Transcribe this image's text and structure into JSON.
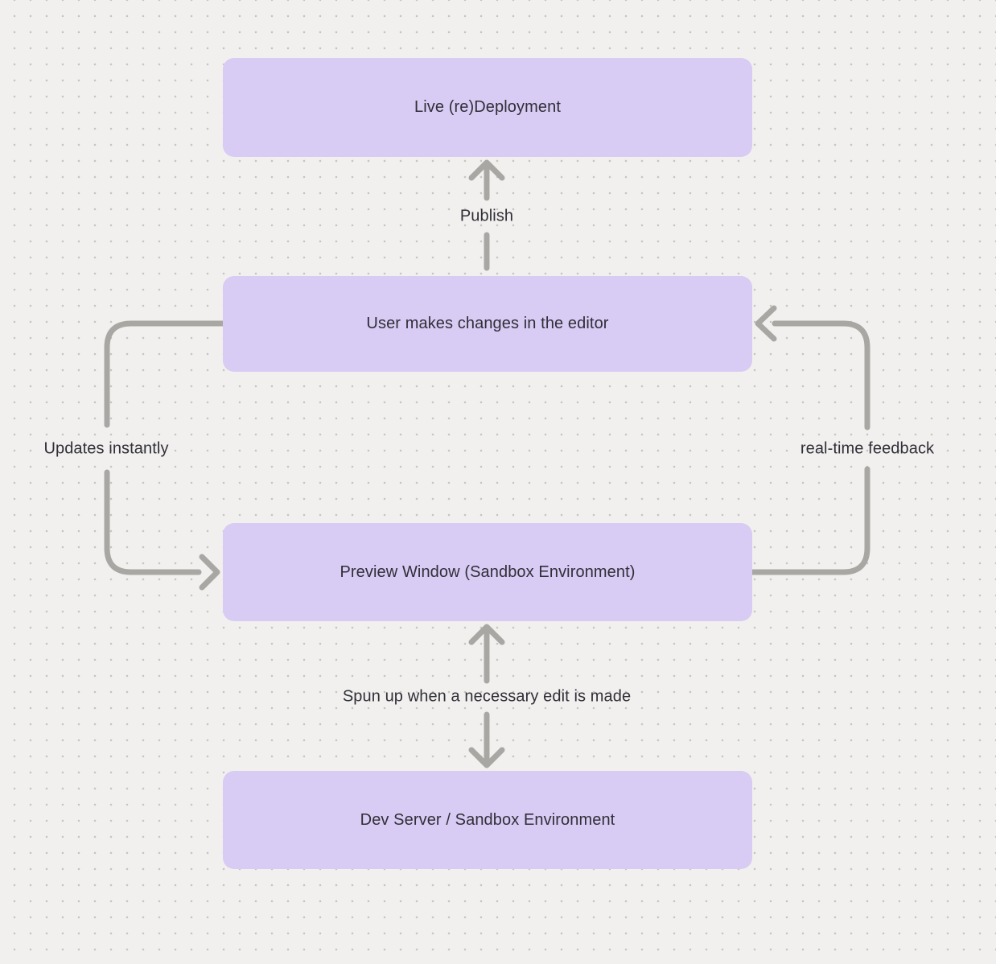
{
  "diagram": {
    "nodes": [
      {
        "id": "live-deployment",
        "label": "Live (re)Deployment"
      },
      {
        "id": "editor",
        "label": "User makes changes in the editor"
      },
      {
        "id": "preview",
        "label": "Preview Window (Sandbox Environment)"
      },
      {
        "id": "dev-server",
        "label": "Dev Server / Sandbox Environment"
      }
    ],
    "edges": [
      {
        "id": "publish",
        "from": "editor",
        "to": "live-deployment",
        "label": "Publish"
      },
      {
        "id": "updates-instantly",
        "from": "editor",
        "to": "preview",
        "label": "Updates instantly"
      },
      {
        "id": "real-time-feedback",
        "from": "preview",
        "to": "editor",
        "label": "real-time feedback"
      },
      {
        "id": "spun-up",
        "from": "preview",
        "to": "dev-server",
        "bidirectional": true,
        "label": "Spun up when a necessary edit is made"
      }
    ],
    "colors": {
      "background": "#f1f0ee",
      "dot": "#c7c5c2",
      "node_fill": "#d8cbf4",
      "text": "#312f38",
      "arrow": "#a9a7a4"
    }
  }
}
